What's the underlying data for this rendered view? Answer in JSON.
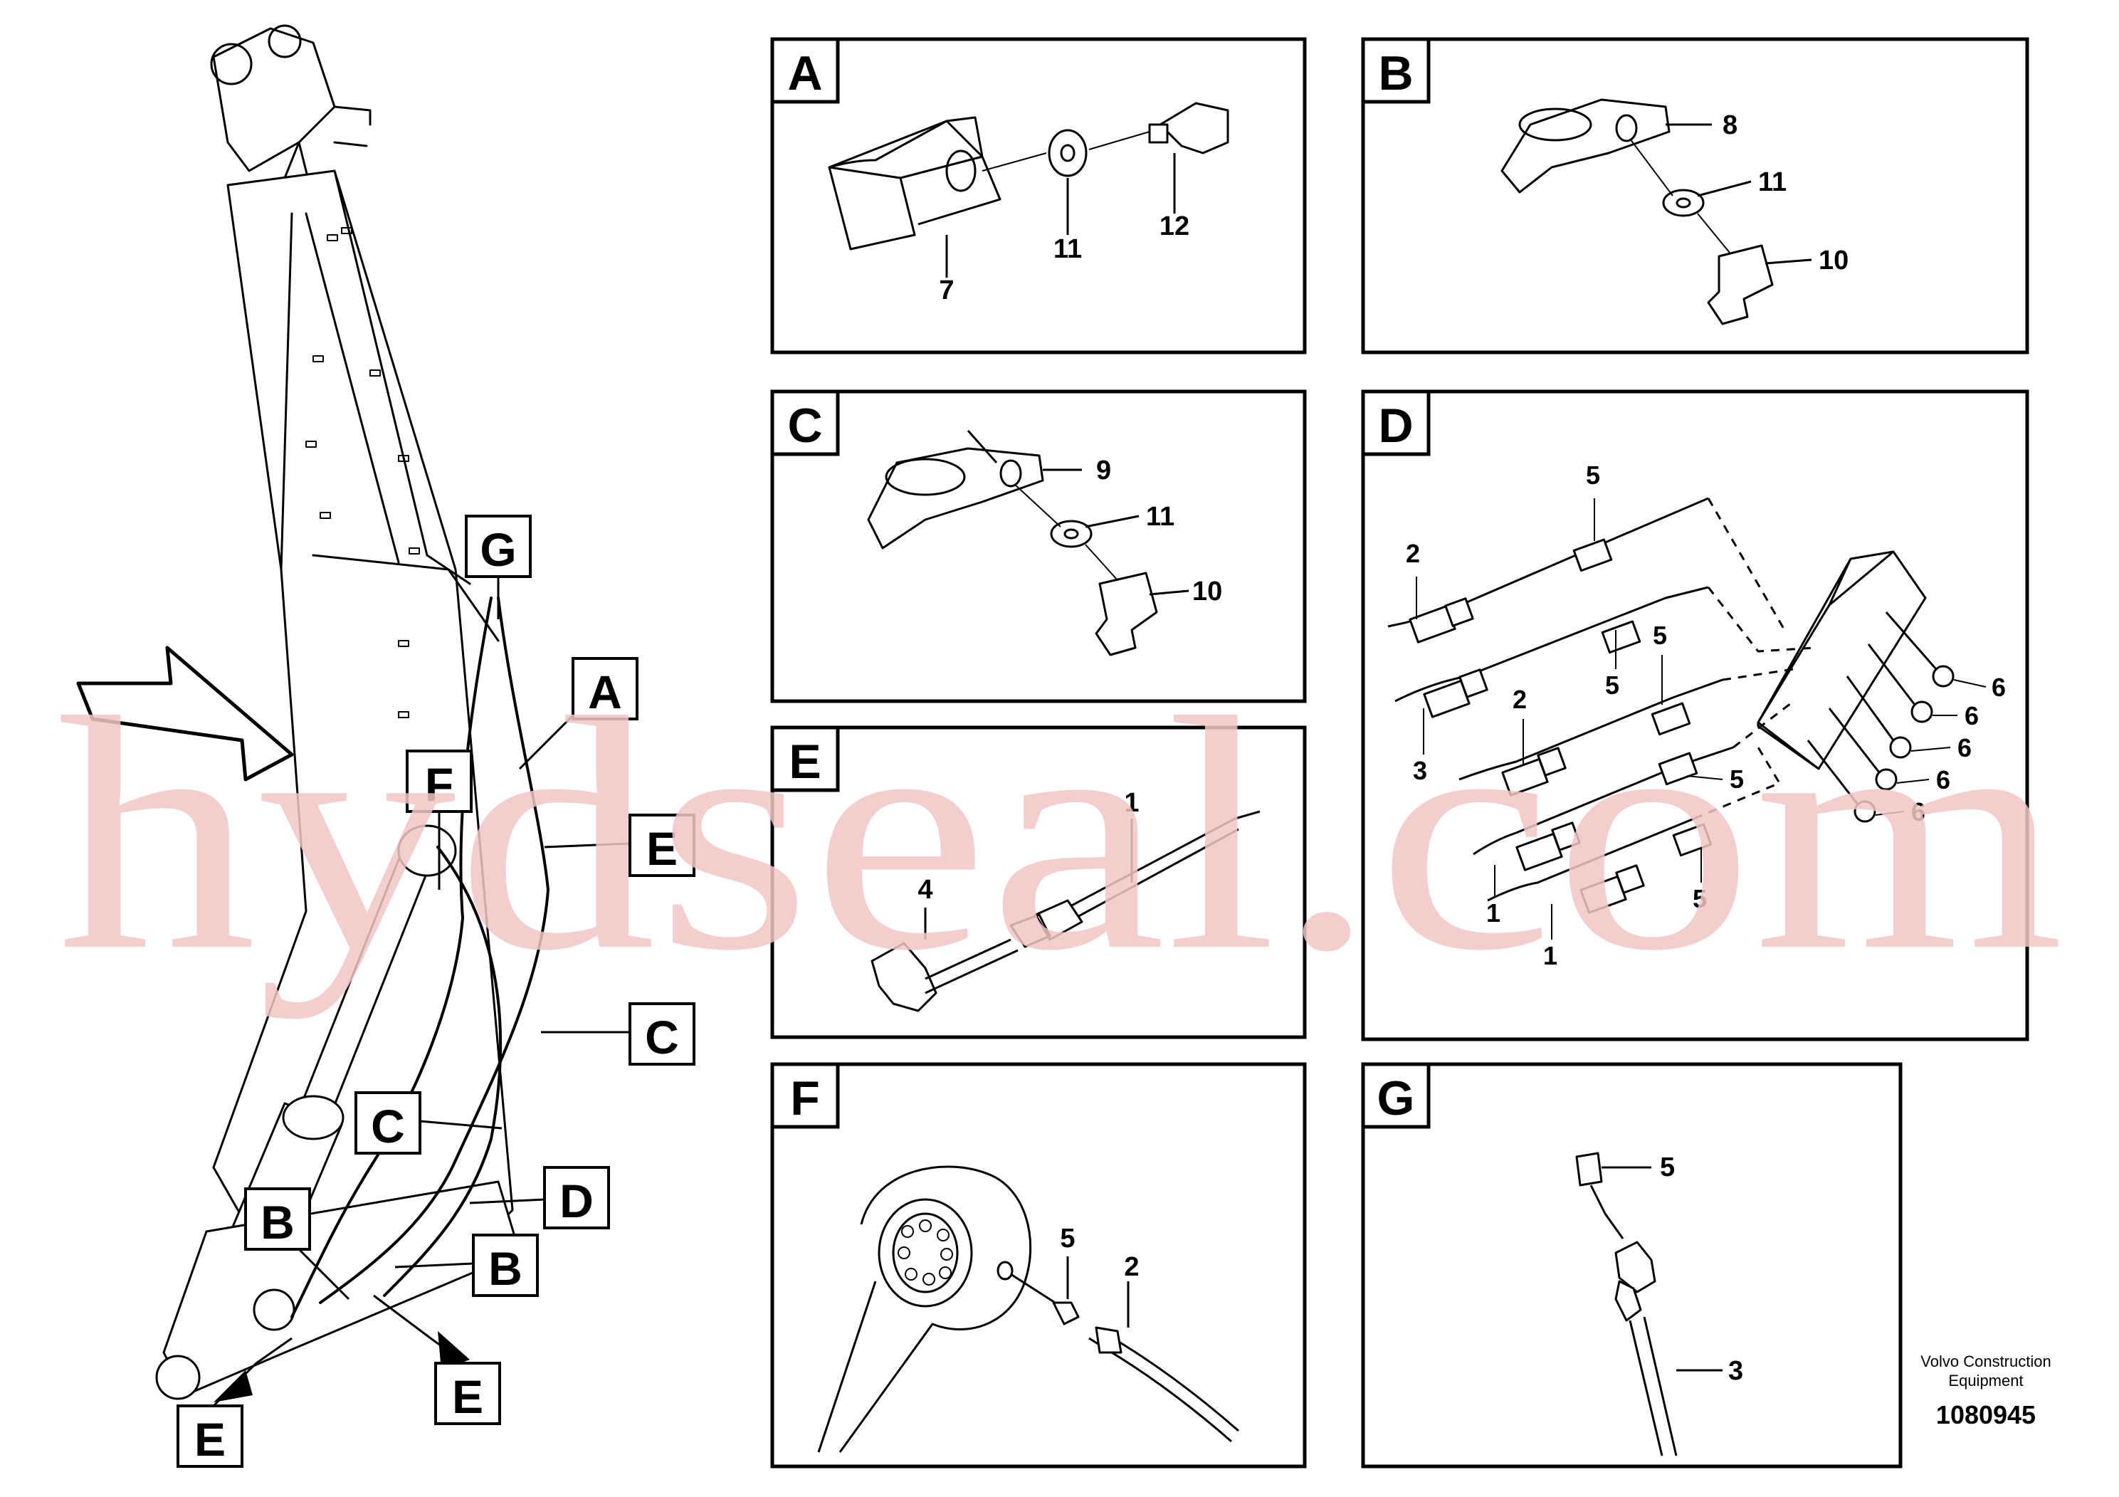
{
  "colors": {
    "line": "#000000",
    "background": "#ffffff",
    "watermark": "#f2c4c4"
  },
  "overview": {
    "callouts": [
      {
        "id": "G",
        "letter": "G"
      },
      {
        "id": "A",
        "letter": "A"
      },
      {
        "id": "F",
        "letter": "F"
      },
      {
        "id": "E_upper",
        "letter": "E"
      },
      {
        "id": "C_upper",
        "letter": "C"
      },
      {
        "id": "C_lower",
        "letter": "C"
      },
      {
        "id": "D",
        "letter": "D"
      },
      {
        "id": "B_left",
        "letter": "B"
      },
      {
        "id": "B_right",
        "letter": "B"
      },
      {
        "id": "E_right",
        "letter": "E"
      },
      {
        "id": "E_left",
        "letter": "E"
      }
    ]
  },
  "panels": {
    "A": {
      "letter": "A",
      "labels": [
        "7",
        "11",
        "12"
      ]
    },
    "B": {
      "letter": "B",
      "labels": [
        "8",
        "11",
        "10"
      ]
    },
    "C": {
      "letter": "C",
      "labels": [
        "9",
        "11",
        "10"
      ]
    },
    "D": {
      "letter": "D",
      "labels": [
        "5",
        "2",
        "5",
        "5",
        "2",
        "3",
        "5",
        "1",
        "1",
        "5",
        "6",
        "6",
        "6",
        "6",
        "6"
      ]
    },
    "E": {
      "letter": "E",
      "labels": [
        "1",
        "4"
      ]
    },
    "F": {
      "letter": "F",
      "labels": [
        "5",
        "2"
      ]
    },
    "G": {
      "letter": "G",
      "labels": [
        "5",
        "3"
      ]
    }
  },
  "caption": {
    "company_line1": "Volvo Construction",
    "company_line2": "Equipment",
    "drawing_number": "1080945"
  },
  "watermark": {
    "text": "hydseal.com"
  }
}
